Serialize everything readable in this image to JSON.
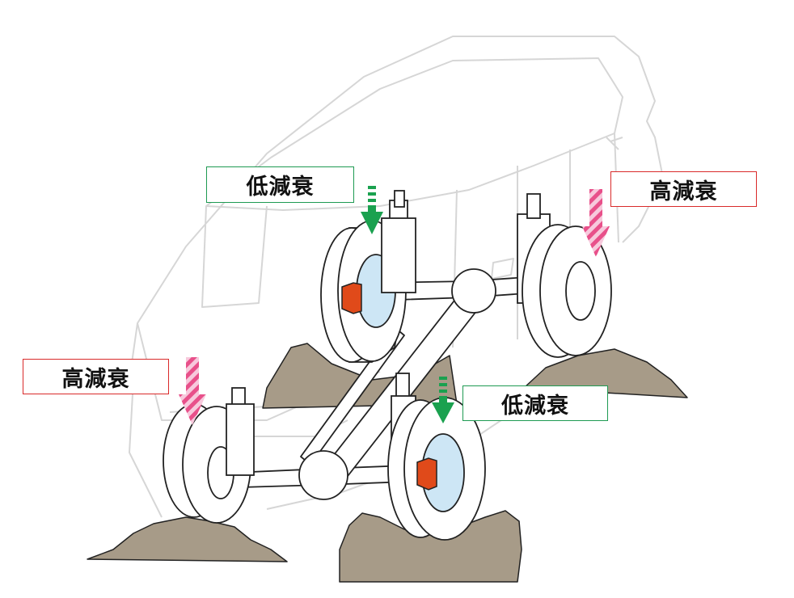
{
  "labels": {
    "front_left": "低減衰",
    "rear_right": "高減衰",
    "rear_left": "高減衰",
    "front_right": "低減衰"
  },
  "colors": {
    "low_damping_box": "#1e9a52",
    "high_damping_box": "#d92a2a",
    "low_damping_arrow": "#1aa14f",
    "high_damping_arrow": "#e8508a",
    "brake_caliper": "#e04a1a",
    "hub": "#cde6f5",
    "ground": "#a79b88",
    "vehicle_outline": "#d6d6d6"
  }
}
